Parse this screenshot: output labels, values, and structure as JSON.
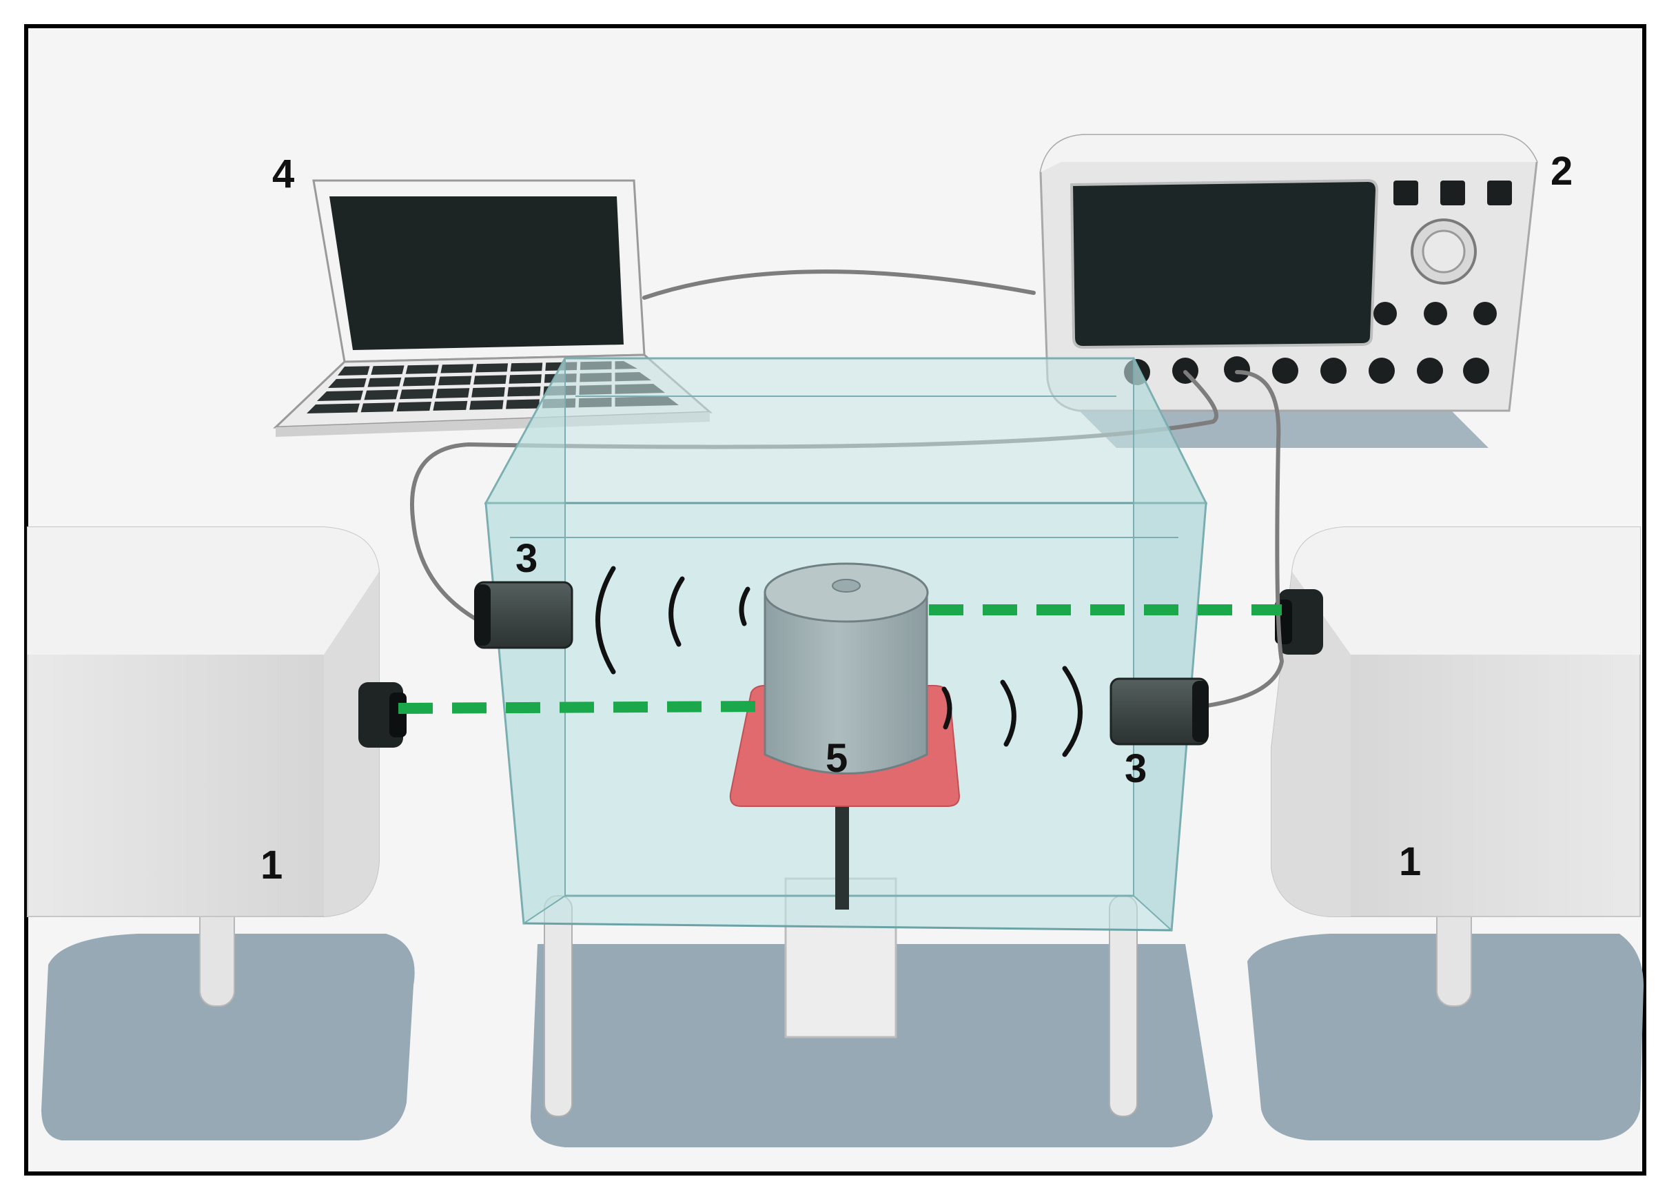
{
  "labels": {
    "laser_left": "1",
    "laser_right": "1",
    "oscilloscope": "2",
    "transducer_left": "3",
    "transducer_right": "3",
    "laptop": "4",
    "sample": "5"
  },
  "colors": {
    "laser_beam": "#1aa84a",
    "sample_base": "#e06a6e",
    "tank_water": "#bfe3e3",
    "sample_cylinder": "#9fb0b2",
    "shadow": "#97a9b5"
  }
}
